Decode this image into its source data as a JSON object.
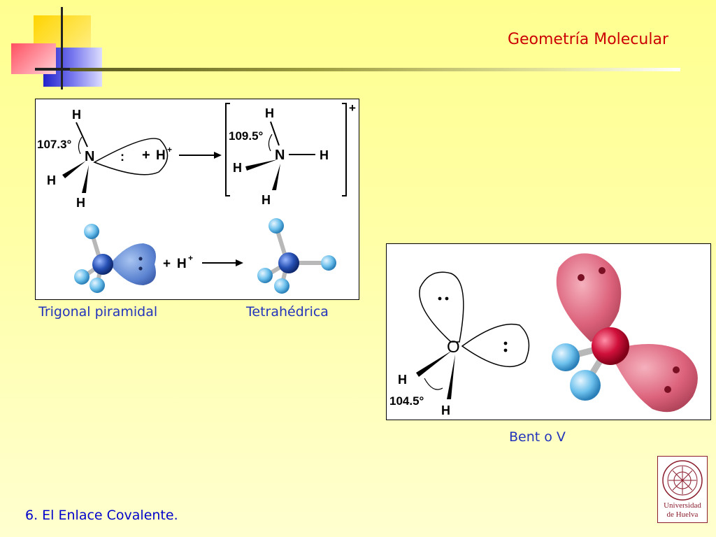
{
  "header": {
    "title": "Geometría Molecular"
  },
  "ammonium": {
    "angle_nh3": "107.3°",
    "angle_nh4": "109.5°",
    "atom_n": "N",
    "atom_h": "H",
    "lone_pair": ":",
    "plus": "+",
    "h_plus": "H",
    "charge": "+",
    "caption_left": "Trigonal piramidal",
    "caption_right": "Tetrahédrica"
  },
  "water": {
    "atom_o": "O",
    "atom_h": "H",
    "angle": "104.5°",
    "caption": "Bent o V"
  },
  "footer": {
    "text": "6. El Enlace Covalente."
  },
  "logo": {
    "line1": "Universidad",
    "line2": "de Huelva"
  },
  "colors": {
    "title": "#cc0000",
    "caption": "#2233bb",
    "footer": "#0000cc"
  }
}
